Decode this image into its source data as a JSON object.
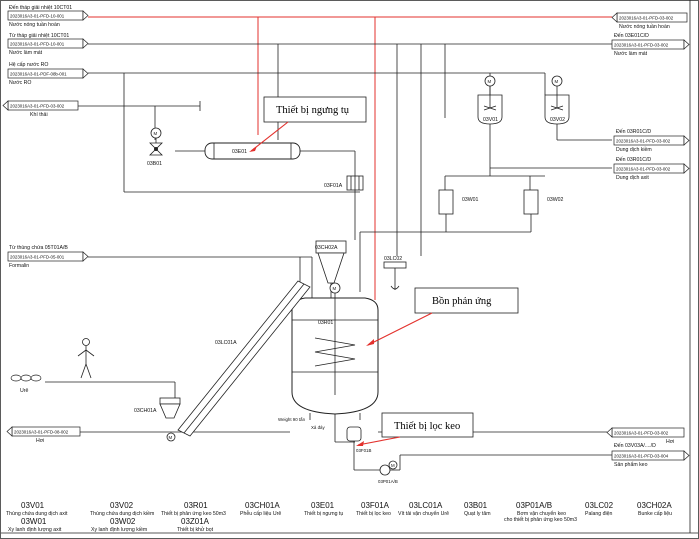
{
  "left_streams": [
    {
      "title": "Đến tháp giải nhiệt 10CT01",
      "code": "2023016A3-01-PFD-10-001",
      "sub": "Nước nóng tuần hoàn"
    },
    {
      "title": "Từ tháp giải nhiệt 10CT01",
      "code": "2023016A3-01-PFD-10-001",
      "sub": "Nước làm mát"
    },
    {
      "title": "Hệ cấp nước RO",
      "code": "2023016A3-01-PDF-08b-001",
      "sub": "Nước RO"
    },
    {
      "title": "",
      "code": "2023016A3-01-PFD-03-002",
      "sub": "Khí thải"
    },
    {
      "title": "Từ thùng chứa 05T01A/B",
      "code": "2023016A3-01-PFD-05-001",
      "sub": "Formalin"
    },
    {
      "title": "",
      "code": "2023016A3-01-PFD-08-002",
      "sub": "Hơi"
    }
  ],
  "right_streams": [
    {
      "title": "",
      "code": "2023016A3-01-PFD-03-002",
      "sub": "Nước nóng tuần hoàn"
    },
    {
      "title": "Đến 03E01C/D",
      "code": "2023016A3-01-PFD-03-002",
      "sub": "Nước làm mát"
    },
    {
      "title": "Đến 03R01C/D",
      "code": "2023016A3-01-PFD-03-002",
      "sub": "Dung dịch kiềm"
    },
    {
      "title": "Đến 03R01C/D",
      "code": "2023016A3-01-PFD-03-002",
      "sub": "Dung dịch axit"
    },
    {
      "title": "",
      "code": "2023016A3-01-PFD-03-002",
      "sub": "Hơi"
    },
    {
      "title": "Đến 03V03A/..../D",
      "code": "2023016A3-01-PFD-03-004",
      "sub": "Sản phẩm keo"
    }
  ],
  "tags": {
    "r01": "03R01",
    "e01": "03E01",
    "b01": "03B01",
    "f01a": "03F01A",
    "ch02a": "03CH02A",
    "lc02": "03LC02",
    "lc01a": "03LC01A",
    "ch01a": "03CH01A",
    "v01": "03V01",
    "v02": "03V02",
    "w01": "03W01",
    "w02": "03W02",
    "f01b": "03F01B",
    "p01ab": "03P01A/B",
    "motor": "M",
    "ure": "Urê",
    "weight": "Weight 90 tấn",
    "xa_day": "Xả đáy"
  },
  "callouts": {
    "condenser": "Thiết bị ngưng tụ",
    "reactor": "Bồn phản ứng",
    "filter": "Thiết bị lọc keo"
  },
  "legend": [
    {
      "code": "03V01",
      "desc": "Thùng chứa dung dịch axit",
      "code2": "03W01",
      "desc2": "Xy lanh định lượng axit"
    },
    {
      "code": "03V02",
      "desc": "Thùng chứa dung dịch kiềm",
      "code2": "03W02",
      "desc2": "Xy lanh định lượng kiềm"
    },
    {
      "code": "03R01",
      "desc": "Thiết bị phản ứng keo 50m3",
      "code2": "03Z01A",
      "desc2": "Thiết bị khử bọt"
    },
    {
      "code": "03CH01A",
      "desc": "Phễu cấp liệu Urê",
      "code2": "",
      "desc2": ""
    },
    {
      "code": "03E01",
      "desc": "Thiết bị ngưng tụ",
      "code2": "",
      "desc2": ""
    },
    {
      "code": "03F01A",
      "desc": "Thiết bị lọc keo",
      "code2": "",
      "desc2": ""
    },
    {
      "code": "03LC01A",
      "desc": "Vít tải vận chuyển Urê",
      "code2": "",
      "desc2": ""
    },
    {
      "code": "03B01",
      "desc": "Quạt ly tâm",
      "code2": "",
      "desc2": ""
    },
    {
      "code": "03P01A/B",
      "desc": "Bơm vận chuyển keo",
      "desc_b": "cho thiết bị phản ứng keo 50m3",
      "code2": "",
      "desc2": ""
    },
    {
      "code": "03LC02",
      "desc": "Palang điện",
      "code2": "",
      "desc2": ""
    },
    {
      "code": "03CH02A",
      "desc": "Bunke cấp liệu",
      "code2": "",
      "desc2": ""
    }
  ]
}
